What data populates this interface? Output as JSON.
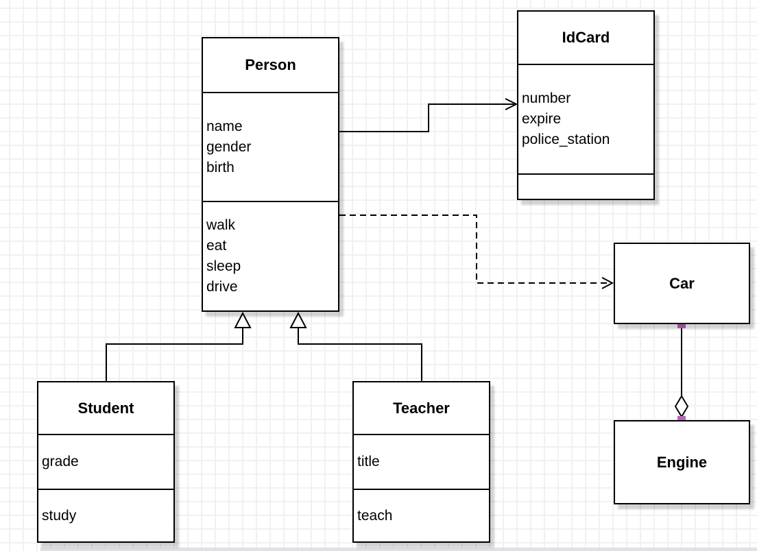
{
  "diagram": {
    "kind": "uml-class-diagram",
    "classes": {
      "person": {
        "title": "Person",
        "attributes": [
          "name",
          "gender",
          "birth"
        ],
        "methods": [
          "walk",
          "eat",
          "sleep",
          "drive"
        ]
      },
      "idcard": {
        "title": "IdCard",
        "attributes": [
          "number",
          "expire",
          "police_station"
        ],
        "methods": []
      },
      "car": {
        "title": "Car"
      },
      "engine": {
        "title": "Engine"
      },
      "student": {
        "title": "Student",
        "attributes": [
          "grade"
        ],
        "methods": [
          "study"
        ]
      },
      "teacher": {
        "title": "Teacher",
        "attributes": [
          "title"
        ],
        "methods": [
          "teach"
        ]
      }
    },
    "relationships": [
      {
        "from": "Person",
        "to": "IdCard",
        "type": "association",
        "line": "solid",
        "arrow": "open"
      },
      {
        "from": "Person",
        "to": "Car",
        "type": "dependency",
        "line": "dashed",
        "arrow": "open"
      },
      {
        "from": "Student",
        "to": "Person",
        "type": "generalization",
        "line": "solid",
        "arrow": "hollow-triangle"
      },
      {
        "from": "Teacher",
        "to": "Person",
        "type": "generalization",
        "line": "solid",
        "arrow": "hollow-triangle"
      },
      {
        "from": "Car",
        "to": "Engine",
        "type": "aggregation",
        "line": "solid",
        "arrow": "hollow-diamond",
        "selected": true
      }
    ]
  },
  "colors": {
    "stroke": "#000000",
    "endpoint_handle": "#b665b8",
    "grid_line": "#f1f1f4",
    "background": "#ffffff"
  }
}
